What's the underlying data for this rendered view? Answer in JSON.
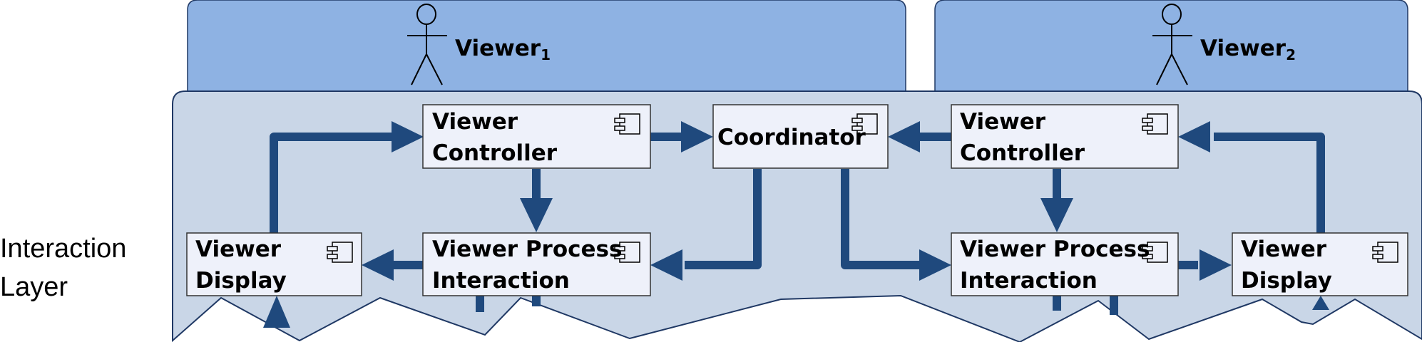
{
  "layer": {
    "line1": "Interaction",
    "line2": "Layer"
  },
  "actors": [
    {
      "name": "Viewer",
      "sub": "1"
    },
    {
      "name": "Viewer",
      "sub": "2"
    }
  ],
  "components": {
    "controller1": [
      "Viewer",
      "Controller"
    ],
    "coordinator": [
      "Coordinator"
    ],
    "controller2": [
      "Viewer",
      "Controller"
    ],
    "display1": [
      "Viewer",
      "Display"
    ],
    "process1": [
      "Viewer Process",
      "Interaction"
    ],
    "process2": [
      "Viewer Process",
      "Interaction"
    ],
    "display2": [
      "Viewer",
      "Display"
    ]
  },
  "icons": {
    "component": "uml-component-icon",
    "actor": "stick-figure-icon"
  },
  "colors": {
    "actor_panel": "#8EB2E3",
    "layer_panel": "#C9D6E7",
    "box_fill": "#EEF1FA",
    "arrow": "#1F497D"
  }
}
